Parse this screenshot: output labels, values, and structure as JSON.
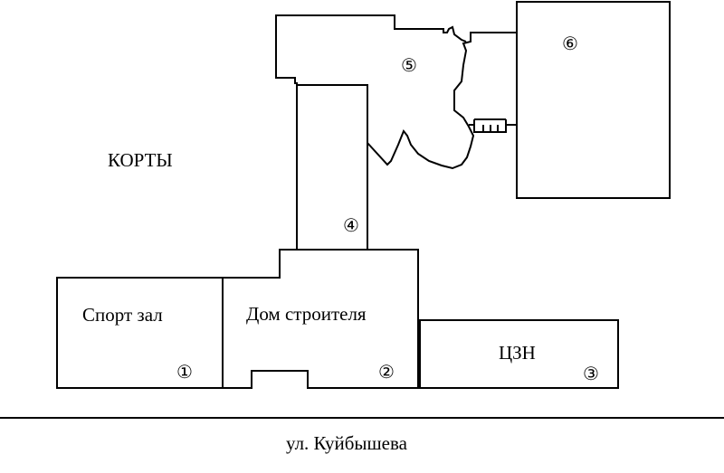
{
  "labels": {
    "courts": "КОРТЫ",
    "gym": "Спорт зал",
    "builders_house": "Дом строителя",
    "czn": "ЦЗН",
    "street": "ул. Куйбышева"
  },
  "numbers": {
    "n1": "①",
    "n2": "②",
    "n3": "③",
    "n4": "④",
    "n5": "⑤",
    "n6": "⑥"
  }
}
